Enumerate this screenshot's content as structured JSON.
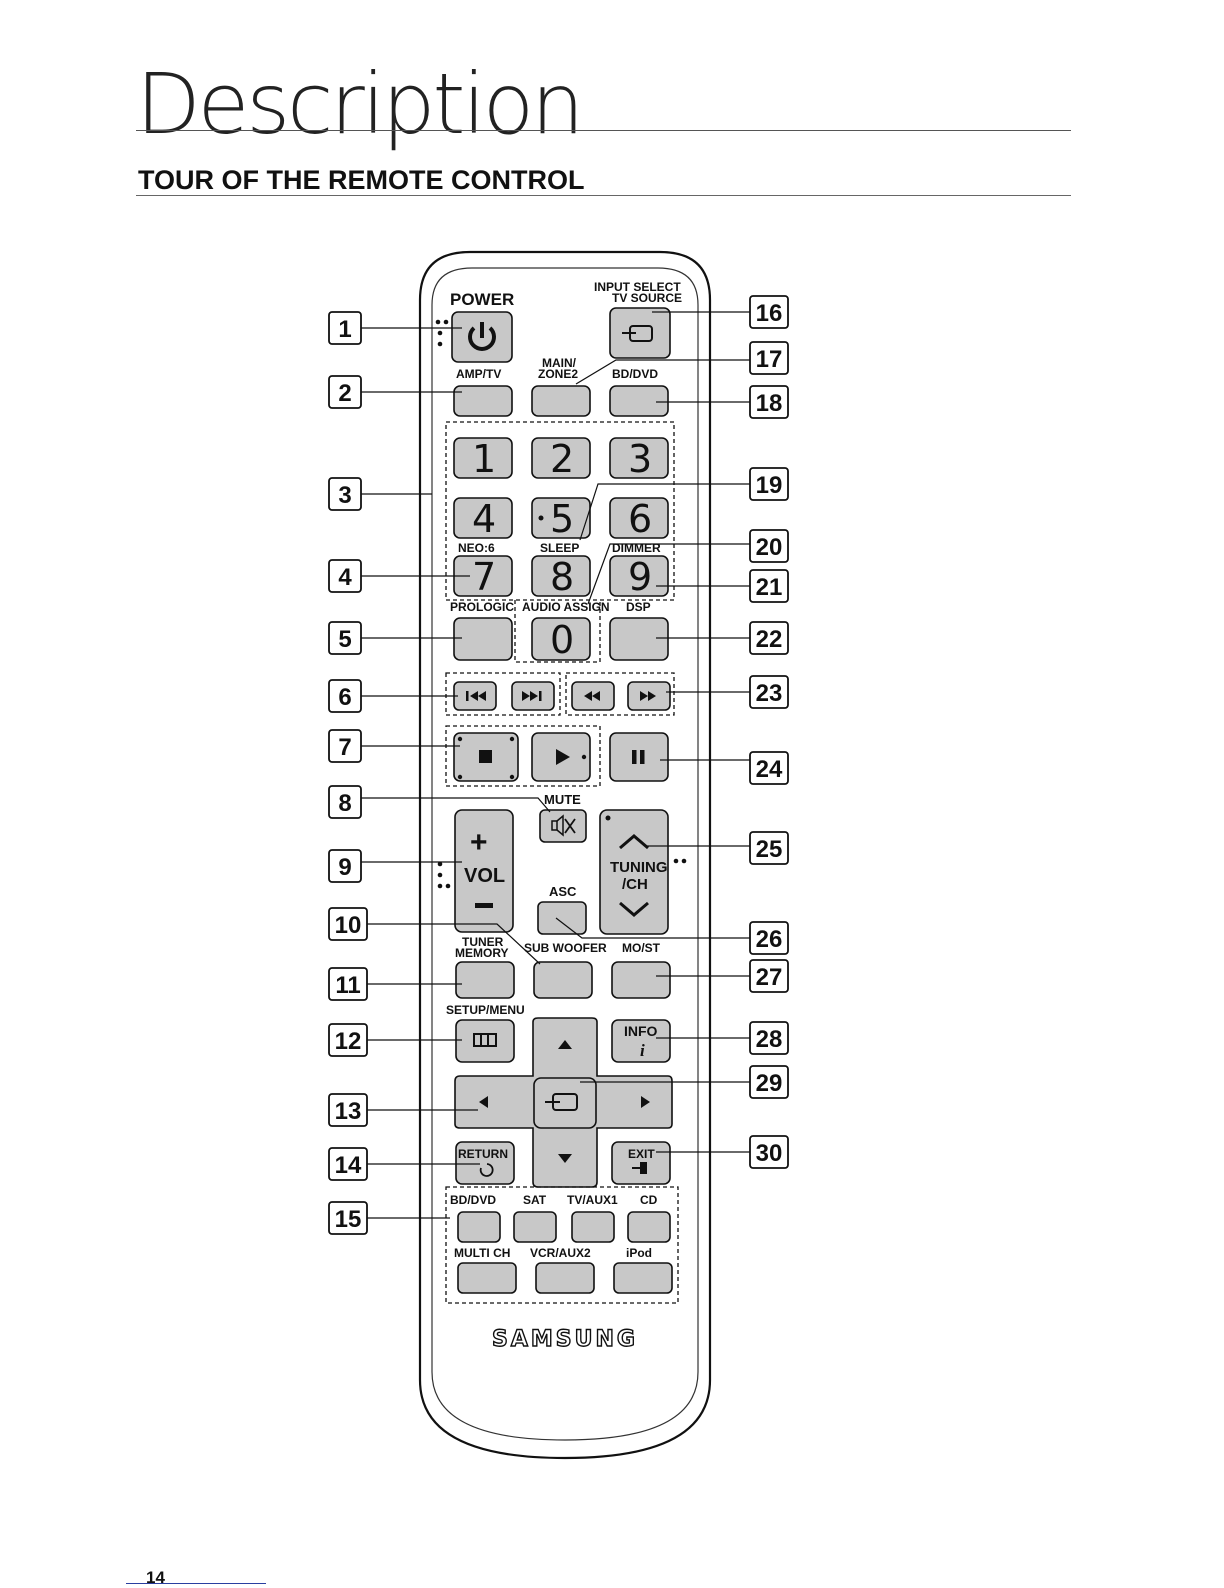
{
  "page": {
    "title": "Description",
    "section_heading": "TOUR OF THE REMOTE CONTROL",
    "page_number": "14"
  },
  "remote": {
    "brand": "SAMSUNG",
    "labels": {
      "power": "POWER",
      "input_select_1": "INPUT SELECT",
      "input_select_2": "TV SOURCE",
      "main_zone_1": "MAIN/",
      "main_zone_2": "ZONE2",
      "amp_tv": "AMP/TV",
      "bd_dvd_top": "BD/DVD",
      "neo6": "NEO:6",
      "sleep": "SLEEP",
      "dimmer": "DIMMER",
      "prologic": "PROLOGIC",
      "audio_assign": "AUDIO ASSIGN",
      "dsp": "DSP",
      "mute": "MUTE",
      "vol": "VOL",
      "tuning_1": "TUNING",
      "tuning_2": "/CH",
      "asc": "ASC",
      "tuner_memory_1": "TUNER",
      "tuner_memory_2": "MEMORY",
      "sub_woofer": "SUB WOOFER",
      "mo_st": "MO/ST",
      "setup_menu": "SETUP/MENU",
      "info": "INFO",
      "info_i": "i",
      "return": "RETURN",
      "exit": "EXIT",
      "src_bd_dvd": "BD/DVD",
      "src_sat": "SAT",
      "src_tv_aux1": "TV/AUX1",
      "src_cd": "CD",
      "src_multi_ch": "MULTI CH",
      "src_vcr_aux2": "VCR/AUX2",
      "src_ipod": "iPod"
    },
    "digits": [
      "1",
      "2",
      "3",
      "4",
      "5",
      "6",
      "7",
      "8",
      "9",
      "0"
    ]
  },
  "callouts": {
    "left": [
      "1",
      "2",
      "3",
      "4",
      "5",
      "6",
      "7",
      "8",
      "9",
      "10",
      "11",
      "12",
      "13",
      "14",
      "15"
    ],
    "right": [
      "16",
      "17",
      "18",
      "19",
      "20",
      "21",
      "22",
      "23",
      "24",
      "25",
      "26",
      "27",
      "28",
      "29",
      "30"
    ]
  }
}
